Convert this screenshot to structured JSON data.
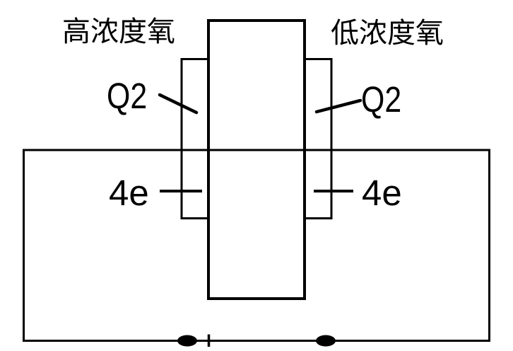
{
  "diagram": {
    "description": "oxygen concentration cell circuit diagram",
    "labels": {
      "left_gas": "高浓度氧",
      "right_gas": "低浓度氧",
      "left_o2": "Q2",
      "right_o2": "Q2",
      "left_electrons": "4e",
      "right_electrons": "4e"
    },
    "colors": {
      "line": "#000000",
      "text": "#000000",
      "background": "#ffffff"
    }
  }
}
